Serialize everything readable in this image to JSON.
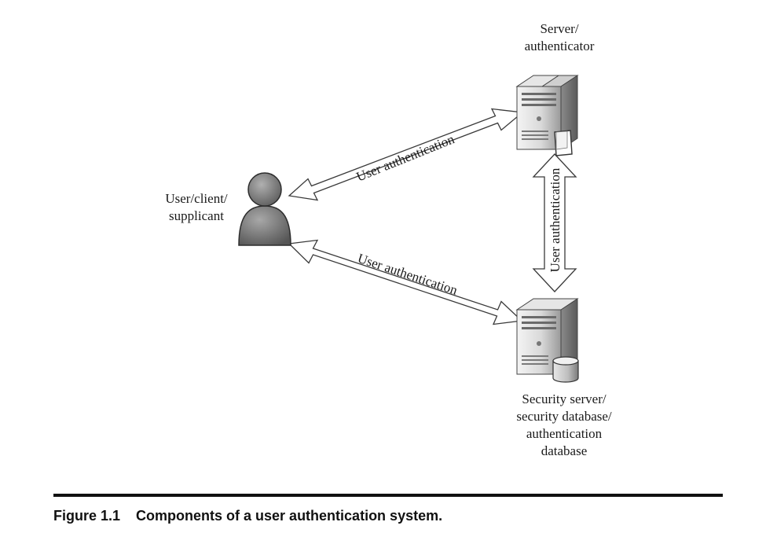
{
  "nodes": {
    "user": {
      "label": "User/client/\nsupplicant"
    },
    "server": {
      "label": "Server/\nauthenticator"
    },
    "security": {
      "label": "Security server/\nsecurity database/\nauthentication\ndatabase"
    }
  },
  "edges": {
    "user_to_server": {
      "label": "User authentication"
    },
    "user_to_security": {
      "label": "User authentication"
    },
    "server_to_security": {
      "label": "User authentication"
    }
  },
  "caption": {
    "number": "Figure 1.1",
    "text": "Components of a user authentication system."
  }
}
